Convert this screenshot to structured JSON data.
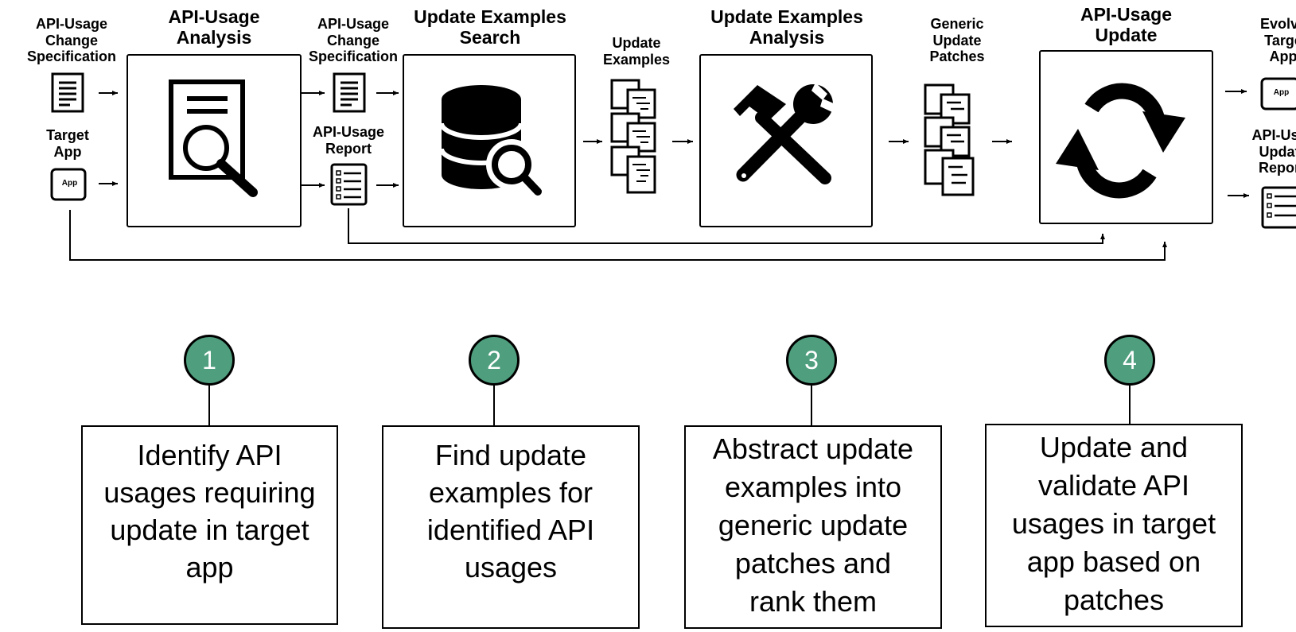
{
  "inputs": {
    "change_spec": "API-Usage\nChange\nSpecification",
    "target_app": "Target\nApp",
    "change_spec_2": "API-Usage\nChange\nSpecification",
    "usage_report": "API-Usage\nReport",
    "update_examples": "Update\nExamples",
    "generic_patches": "Generic\nUpdate\nPatches",
    "evolved_app": "Evolve\nTarge\nApp",
    "update_report": "API-Usa\nUpdat\nRepor"
  },
  "stages": [
    {
      "title": "API-Usage\nAnalysis",
      "icon": "document-magnifier-icon"
    },
    {
      "title": "Update Examples\nSearch",
      "icon": "database-search-icon"
    },
    {
      "title": "Update Examples\nAnalysis",
      "icon": "hammer-wrench-icon"
    },
    {
      "title": "API-Usage\nUpdate",
      "icon": "refresh-icon"
    }
  ],
  "app_icon_text": "App",
  "steps": [
    {
      "number": "1",
      "text": "Identify API\nusages requiring\nupdate in target\napp"
    },
    {
      "number": "2",
      "text": "Find update\nexamples for\nidentified API\nusages"
    },
    {
      "number": "3",
      "text": "Abstract update\nexamples into\ngeneric update\npatches and\nrank them"
    },
    {
      "number": "4",
      "text": "Update and\nvalidate API\nusages in target\napp based on\npatches"
    }
  ],
  "colors": {
    "step_circle": "#4f9f7f",
    "line": "#000000"
  }
}
